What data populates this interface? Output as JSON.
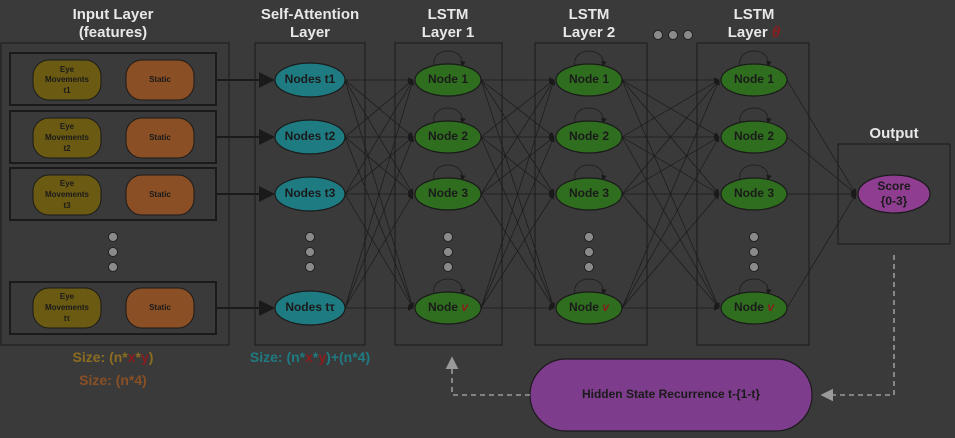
{
  "headers": {
    "input_l1": "Input Layer",
    "input_l2": "(features)",
    "attn_l1": "Self-Attention",
    "attn_l2": "Layer",
    "lstm1_l1": "LSTM",
    "lstm1_l2": "Layer 1",
    "lstm2_l1": "LSTM",
    "lstm2_l2": "Layer 2",
    "lstm3_l1": "LSTM",
    "lstm3_l2": "Layer ",
    "lstm3_sym": "θ",
    "output": "Output"
  },
  "input_rows": [
    {
      "eye_l1": "Eye",
      "eye_l2": "Movements",
      "eye_l3": "t1",
      "static": "Static"
    },
    {
      "eye_l1": "Eye",
      "eye_l2": "Movements",
      "eye_l3": "t2",
      "static": "Static"
    },
    {
      "eye_l1": "Eye",
      "eye_l2": "Movements",
      "eye_l3": "t3",
      "static": "Static"
    },
    {
      "eye_l1": "Eye",
      "eye_l2": "Movements",
      "eye_l3": "tτ",
      "static": "Static"
    }
  ],
  "attention_nodes": [
    "Nodes t1",
    "Nodes t2",
    "Nodes t3",
    "Nodes tτ"
  ],
  "lstm_nodes": [
    "Node 1",
    "Node 2",
    "Node 3",
    "Node "
  ],
  "lstm_last_symbol": "v",
  "output_node": {
    "line1": "Score",
    "line2": "{0-3}"
  },
  "hidden_state": "Hidden State Recurrence t-{1-t}",
  "size_labels": {
    "input_a_pre": "Size: (n*",
    "input_a_x": "x",
    "input_a_mid": "*",
    "input_a_y": "y",
    "input_a_post": ")",
    "input_b": "Size: (n*4)",
    "attn_pre": "Size: (n*",
    "attn_x": "x",
    "attn_mid": "*",
    "attn_y": "y",
    "attn_post": ")+(n*4)"
  },
  "colors": {
    "background": "#3a3a3a",
    "eye": "#6b5a12",
    "static": "#8a4f24",
    "attention": "#1f7b82",
    "lstm": "#2f6e1e",
    "output": "#8e3d90",
    "hidden": "#7e3c8c",
    "header": "#e8e8e8",
    "size_input_a": "#8c6d20",
    "size_input_b": "#8a4f24",
    "size_attn": "#1f7b82",
    "highlight_red": "#8a1d1d"
  }
}
